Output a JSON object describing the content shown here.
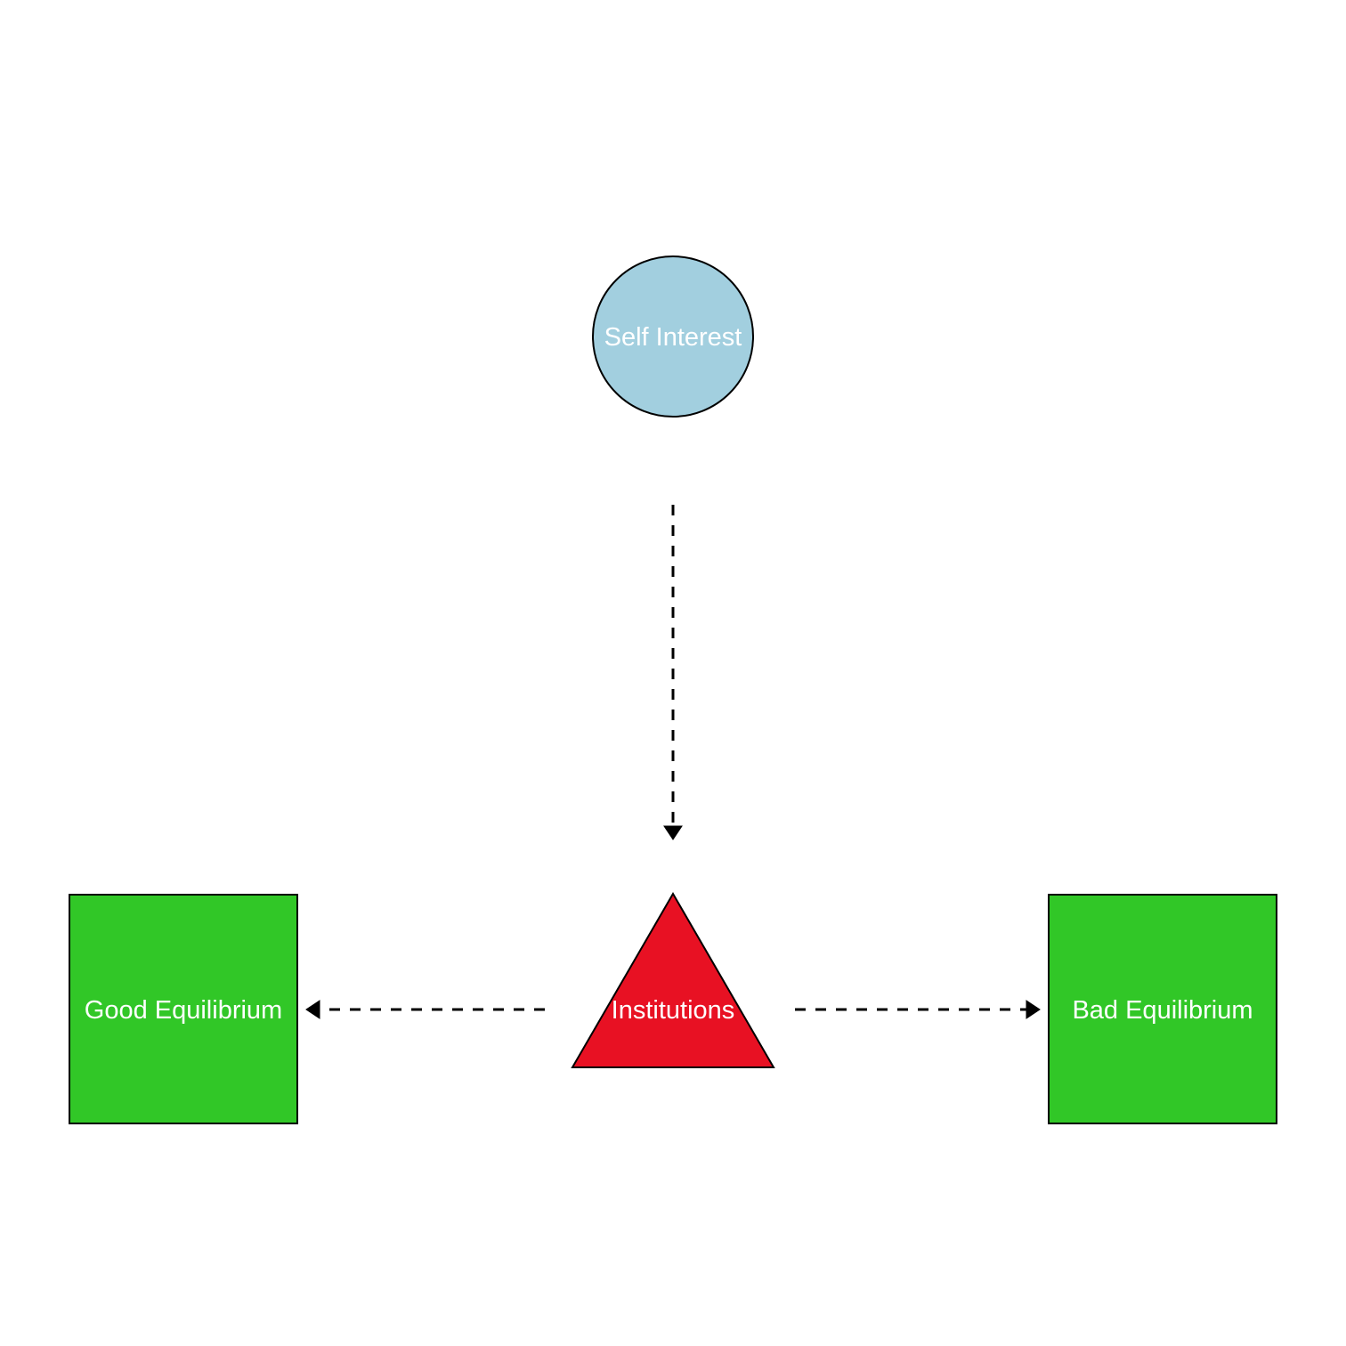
{
  "diagram": {
    "nodes": [
      {
        "id": "self-interest",
        "shape": "circle",
        "label": "Self Interest",
        "fill": "#a2cfdf"
      },
      {
        "id": "institutions",
        "shape": "triangle",
        "label": "Institutions",
        "fill": "#e81123"
      },
      {
        "id": "good-equilibrium",
        "shape": "square",
        "label": "Good Equilibrium",
        "fill": "#31c727"
      },
      {
        "id": "bad-equilibrium",
        "shape": "square",
        "label": "Bad Equilibrium",
        "fill": "#31c727"
      }
    ],
    "edges": [
      {
        "from": "self-interest",
        "to": "institutions",
        "style": "dashed"
      },
      {
        "from": "institutions",
        "to": "good-equilibrium",
        "style": "dashed"
      },
      {
        "from": "institutions",
        "to": "bad-equilibrium",
        "style": "dashed"
      }
    ]
  }
}
